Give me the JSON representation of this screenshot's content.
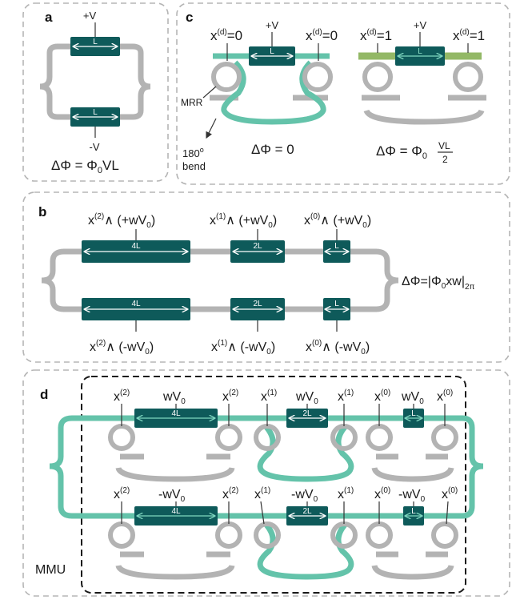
{
  "panels": {
    "a": {
      "label": "a",
      "top_voltage": "+V",
      "bottom_voltage": "-V",
      "mod_label": "L",
      "eq_lhs": "ΔΦ = Φ",
      "eq_sub": "0",
      "eq_rhs": "VL"
    },
    "b": {
      "label": "b",
      "mods": [
        "4L",
        "2L",
        "L"
      ],
      "top_labels": [
        {
          "x": "x",
          "sup": "(2)",
          "rest": "∧ (+wV",
          "sub": "0",
          "end": ")"
        },
        {
          "x": "x",
          "sup": "(1)",
          "rest": "∧ (+wV",
          "sub": "0",
          "end": ")"
        },
        {
          "x": "x",
          "sup": "(0)",
          "rest": "∧ (+wV",
          "sub": "0",
          "end": ")"
        }
      ],
      "bottom_labels": [
        {
          "x": "x",
          "sup": "(2)",
          "rest": "∧ (-wV",
          "sub": "0",
          "end": ")"
        },
        {
          "x": "x",
          "sup": "(1)",
          "rest": "∧ (-wV",
          "sub": "0",
          "end": ")"
        },
        {
          "x": "x",
          "sup": "(0)",
          "rest": "∧ (-wV",
          "sub": "0",
          "end": ")"
        }
      ],
      "eq_lhs": "ΔΦ=|Φ",
      "eq_sub0": "0",
      "eq_mid": "xw|",
      "eq_sub2": "2π"
    },
    "c": {
      "label": "c",
      "voltage": "+V",
      "mod_label": "L",
      "x_base": "x",
      "x_sup": "(d)",
      "val0": "=0",
      "val1": "=1",
      "mrr_label": "MRR",
      "bend_line1": "180",
      "bend_sup": "o",
      "bend_line2": "bend",
      "eq_left": "ΔΦ = 0",
      "eq_right_lhs": "ΔΦ = Φ",
      "eq_right_sub": "0",
      "eq_num": "VL",
      "eq_den": "2"
    },
    "d": {
      "label": "d",
      "mmu_label": "MMU",
      "mods": [
        "4L",
        "2L",
        "L"
      ],
      "x_base": "x",
      "sups": [
        "(2)",
        "(1)",
        "(0)"
      ],
      "top_w": "wV",
      "bottom_w": "-wV",
      "w_sub": "0"
    }
  },
  "colors": {
    "modulator": "#0e5a5a",
    "waveguide": "#b3b3b3",
    "active_waveguide": "#64c3aa",
    "olive_waveguide": "#93b866",
    "panel_border": "#b5b5b5"
  }
}
